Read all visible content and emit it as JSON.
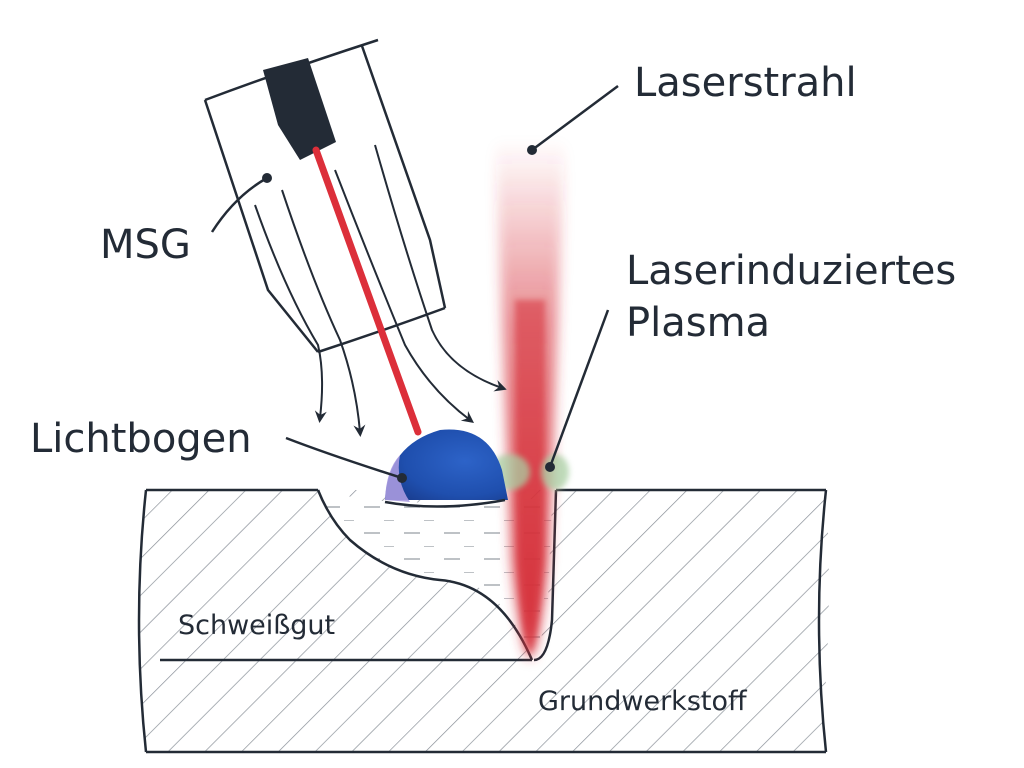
{
  "labels": {
    "laser_beam": "Laserstrahl",
    "mag_torch": "MSG",
    "plasma_line1": "Laserinduziertes",
    "plasma_line2": "Plasma",
    "arc": "Lichtbogen",
    "weld_metal": "Schweißgut",
    "base_material": "Grundwerkstoff"
  },
  "colors": {
    "outline": "#232b36",
    "laser_red": "#d6313b",
    "wire_red": "#dc2f3a",
    "arc_blue": "#1f4fae",
    "arc_violet": "#a89ae0",
    "plasma_green": "#a9cfa3",
    "hatch": "#8a9098"
  }
}
